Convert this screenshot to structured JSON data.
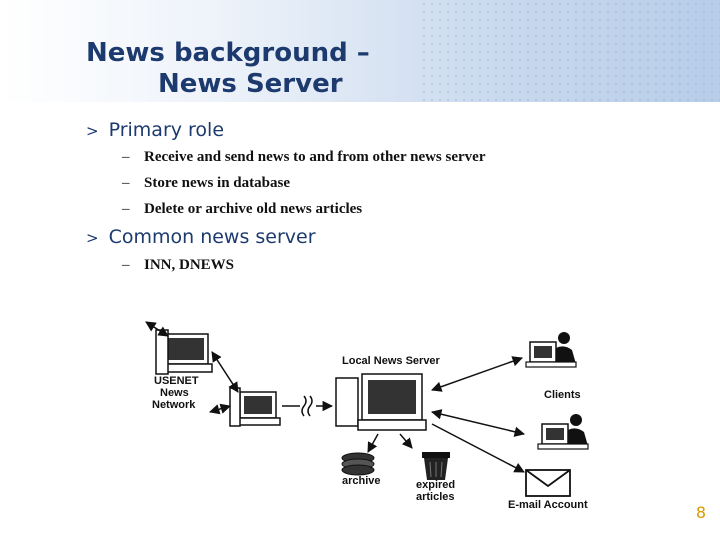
{
  "slide": {
    "title_line1": "News background –",
    "title_line2": "News Server",
    "sections": [
      {
        "heading": "Primary role",
        "items": [
          "Receive and send news to and from other news server",
          "Store news in database",
          "Delete or archive old news articles"
        ]
      },
      {
        "heading": "Common news server",
        "items": [
          "INN, DNEWS"
        ]
      }
    ],
    "bullet_marker": ">",
    "dash_marker": "–",
    "page_number": "8"
  },
  "diagram": {
    "usenet_label": [
      "USENET",
      "News",
      "Network"
    ],
    "local_server_label": "Local News Server",
    "clients_label": "Clients",
    "archive_label": "archive",
    "expired_label": [
      "expired",
      "articles"
    ],
    "email_label": "E-mail Account",
    "wavy_icon": "wavy-connection-icon"
  }
}
